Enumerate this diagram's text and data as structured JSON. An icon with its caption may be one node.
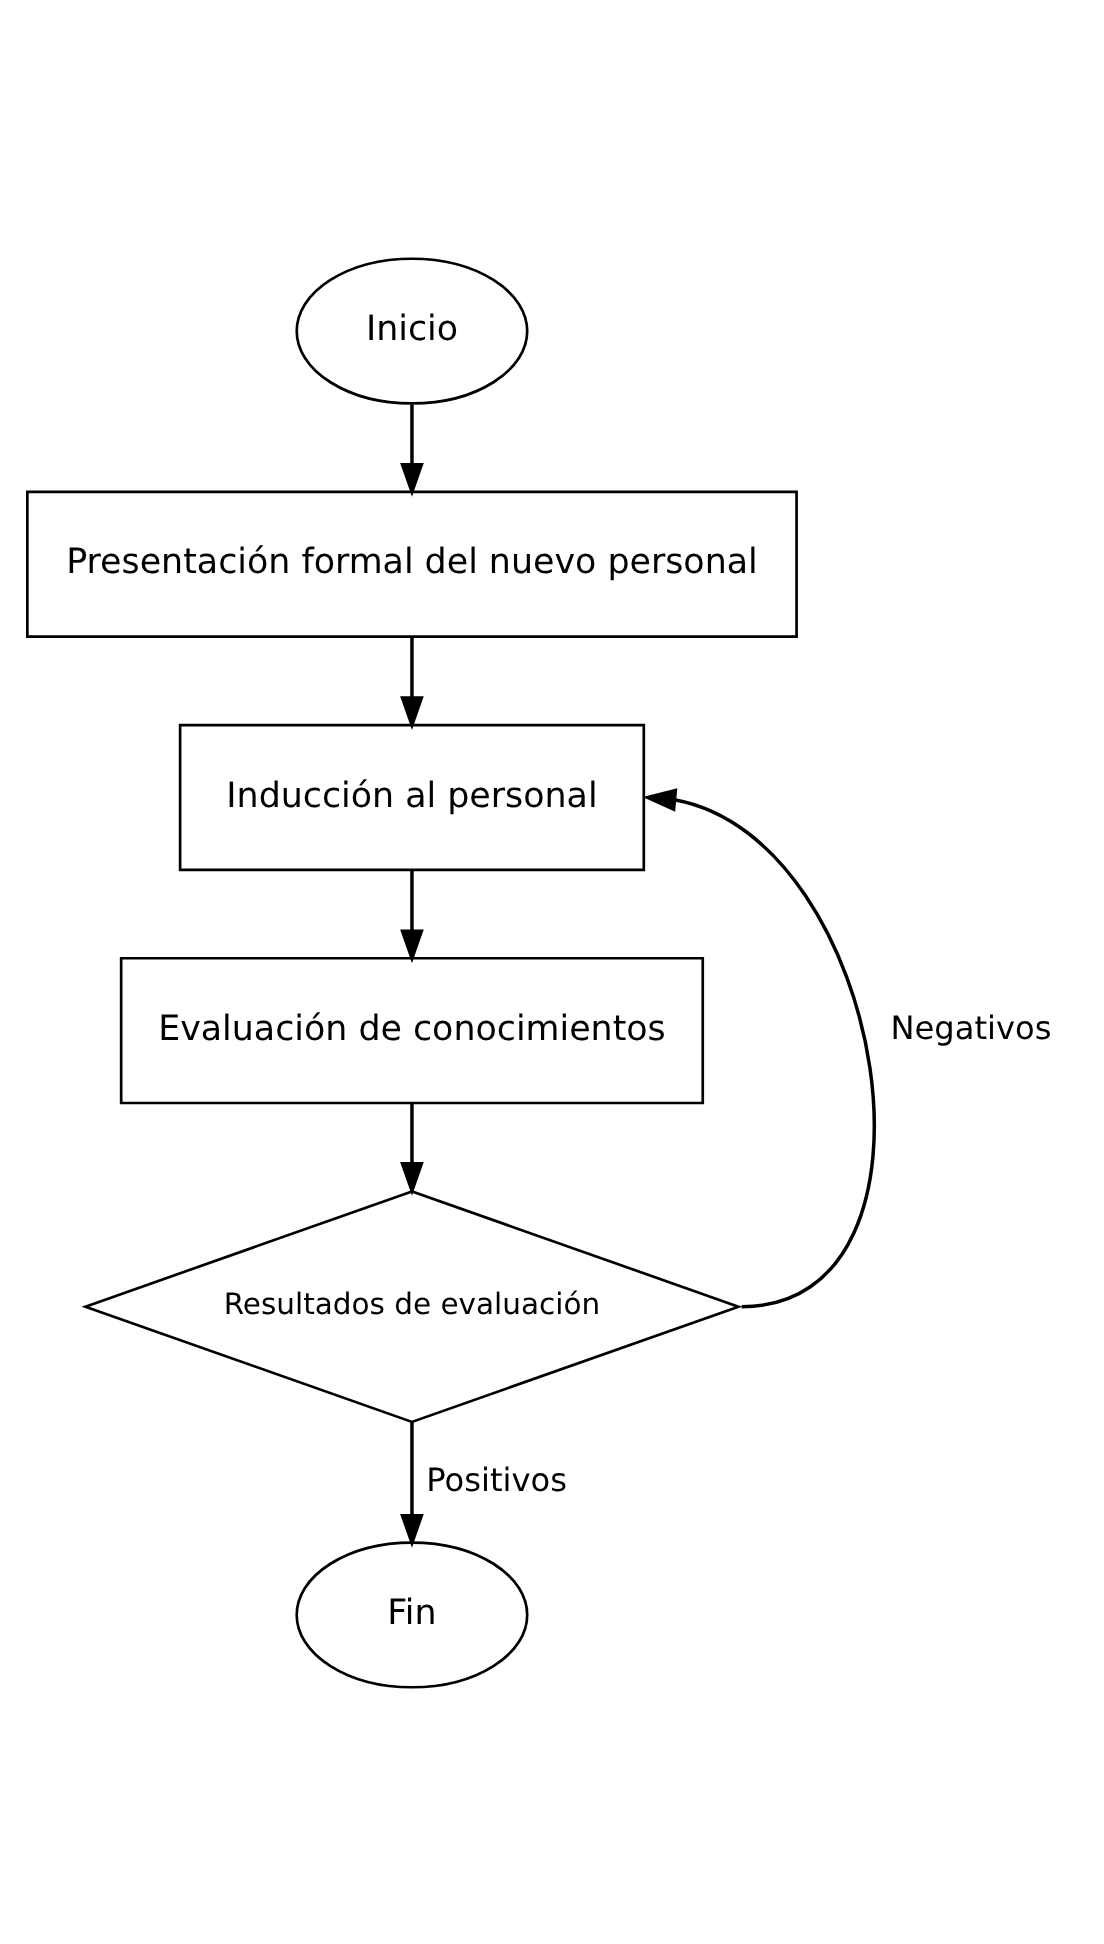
{
  "diagram": {
    "nodes": [
      {
        "text": [
          "Inicio"
        ]
      },
      {
        "text": [
          "Presentación formal del nuevo personal"
        ]
      },
      {
        "text": [
          "Inducción al personal"
        ]
      },
      {
        "text": [
          "Evaluación de conocimientos"
        ]
      },
      {
        "text": [
          "Resultados de evaluación"
        ]
      },
      {
        "text": [
          "Fin"
        ]
      }
    ],
    "edges": [
      {
        "from": 0,
        "to": 1,
        "arrow": "to"
      },
      {
        "from": 1,
        "to": 2,
        "arrow": "to"
      },
      {
        "from": 2,
        "to": 3,
        "arrow": "to"
      },
      {
        "from": 3,
        "to": 4,
        "arrow": "to"
      },
      {
        "from": 4,
        "to": 2,
        "arrow": "to",
        "label": "Negativos"
      },
      {
        "from": 4,
        "to": 5,
        "arrow": "to",
        "label": "Positivos"
      }
    ]
  }
}
